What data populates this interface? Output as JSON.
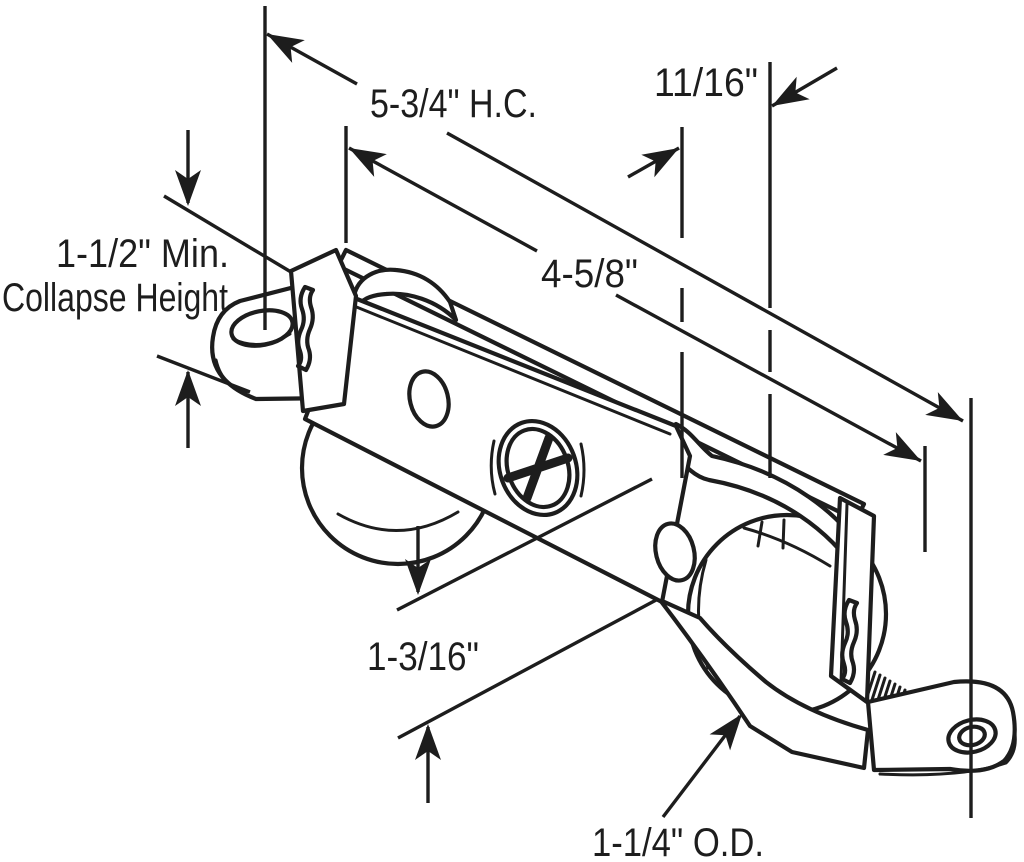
{
  "canvas": {
    "background": "#ffffff",
    "line_color": "#1d1d1d",
    "description": "Technical line drawing of a tandem sliding patio door roller assembly with dimension callouts"
  },
  "dimensions": {
    "hole_centers": "5-3/4\" H.C.",
    "edge_offset": "11/16\"",
    "housing_length": "4-5/8\"",
    "min_collapse_line1": "1-1/2\" Min.",
    "min_collapse_line2": "Collapse Height",
    "roller_projection": "1-3/16\"",
    "roller_outer_diameter": "1-1/4\" O.D."
  }
}
